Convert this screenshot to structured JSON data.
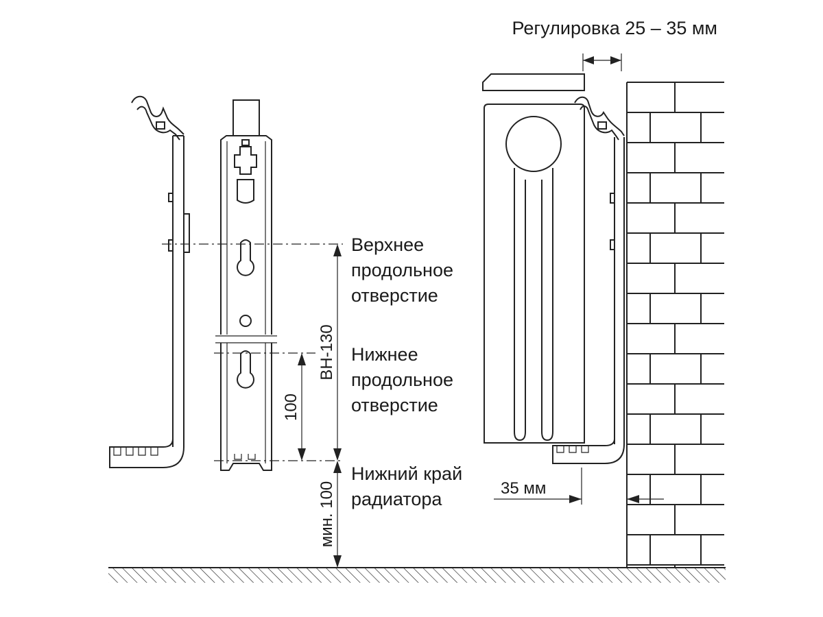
{
  "labels": {
    "adjustment": "Регулировка 25 – 35 мм",
    "upper_hole": [
      "Верхнее",
      "продольное",
      "отверстие"
    ],
    "lower_hole": [
      "Нижнее",
      "продольное",
      "отверстие"
    ],
    "bottom_edge": [
      "Нижний край",
      "радиатора"
    ],
    "wall_gap": "35 мм"
  },
  "dimensions": {
    "bh": "ВН-130",
    "hole_spacing": "100",
    "floor_min": "мин. 100"
  },
  "colors": {
    "line": "#222222",
    "background": "#ffffff"
  }
}
